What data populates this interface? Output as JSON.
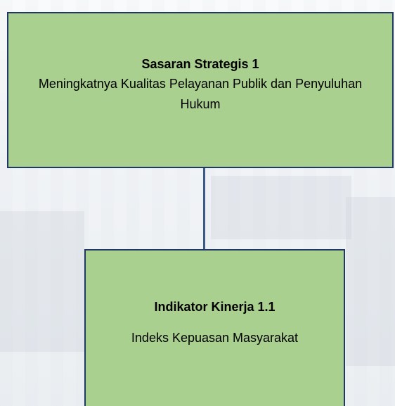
{
  "diagram": {
    "nodes": [
      {
        "title": "Sasaran Strategis 1",
        "text": "Meningkatnya Kualitas Pelayanan Publik dan Penyuluhan Hukum"
      },
      {
        "title": "Indikator Kinerja 1.1",
        "text": "Indeks Kepuasan Masyarakat"
      }
    ],
    "colors": {
      "node_fill": "#a9d08e",
      "node_border": "#1f3864",
      "connector": "#3b5a86"
    }
  }
}
